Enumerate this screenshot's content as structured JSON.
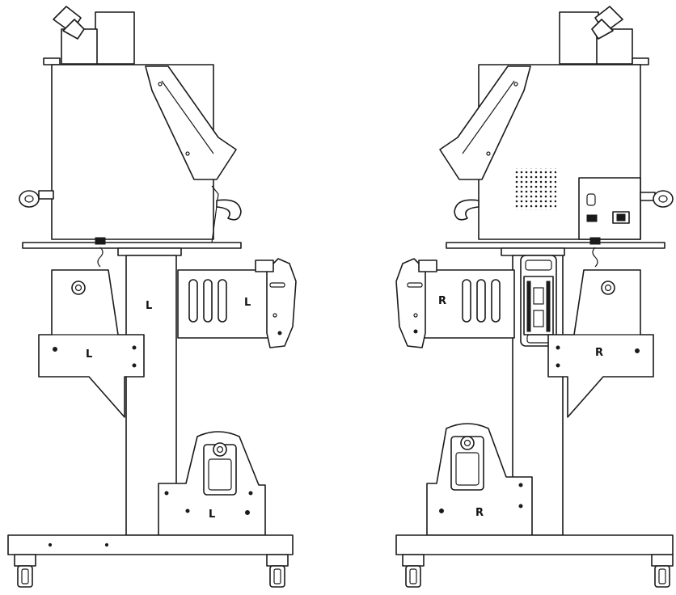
{
  "left_view": {
    "labels": {
      "column": "L",
      "side_panel": "L",
      "bracket": "L",
      "base_bracket": "L"
    }
  },
  "right_view": {
    "labels": {
      "side_panel": "R",
      "bracket": "R",
      "base_bracket": "R"
    }
  },
  "colors": {
    "line": "#1a1a1a",
    "background": "#ffffff"
  }
}
